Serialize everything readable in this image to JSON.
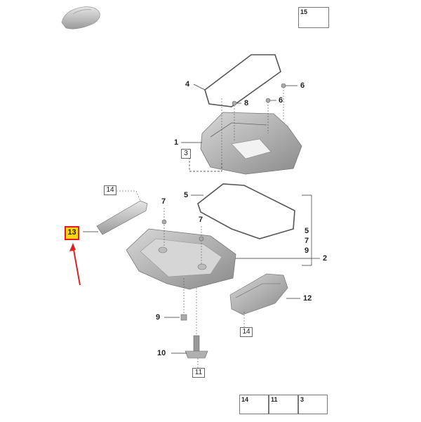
{
  "callouts": {
    "c1": "1",
    "c2": "2",
    "c3": "3",
    "c4": "4",
    "c5a": "5",
    "c5b": "5",
    "c6a": "6",
    "c6b": "6",
    "c7a": "7",
    "c7b": "7",
    "c7c": "7",
    "c8": "8",
    "c9a": "9",
    "c9b": "9",
    "c10": "10",
    "c11": "11",
    "c12": "12",
    "c13": "13",
    "c14a": "14",
    "c14b": "14",
    "c15": "15"
  },
  "legend": {
    "t14": "14",
    "t11": "11",
    "t3": "3"
  },
  "colors": {
    "part": "#c9c9c9",
    "part_dark": "#8e8e8e",
    "highlight": "#ffd21e",
    "arrow": "#e02020"
  }
}
